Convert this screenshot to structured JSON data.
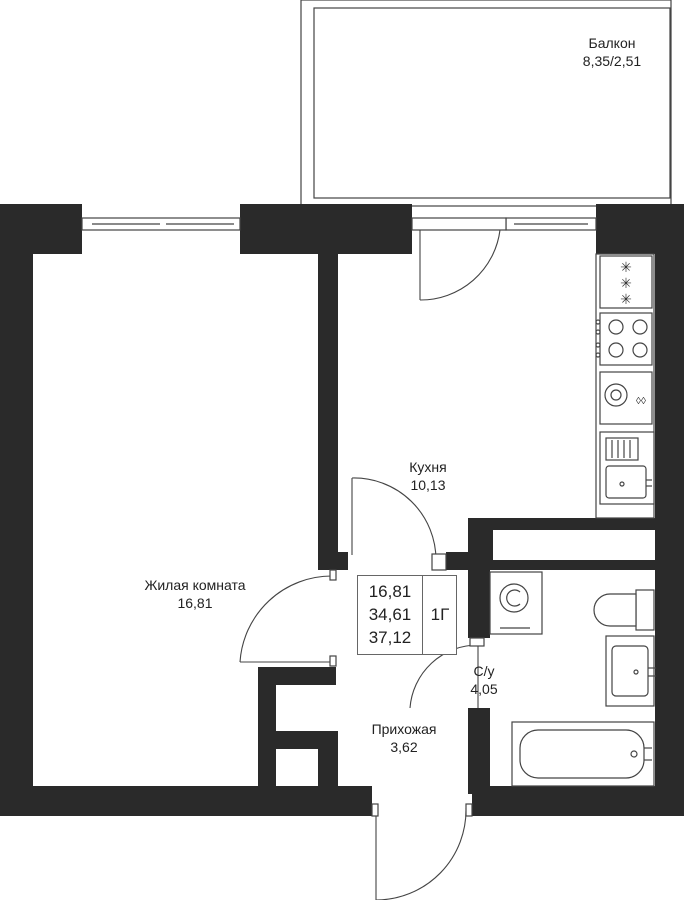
{
  "rooms": {
    "balcony": {
      "name": "Балкон",
      "area": "8,35/2,51"
    },
    "kitchen": {
      "name": "Кухня",
      "area": "10,13"
    },
    "living_room": {
      "name": "Жилая комната",
      "area": "16,81"
    },
    "bathroom": {
      "name": "С/у",
      "area": "4,05"
    },
    "hallway": {
      "name": "Прихожая",
      "area": "3,62"
    }
  },
  "summary": {
    "living_area": "16,81",
    "total_area": "34,61",
    "total_area_with_balcony": "37,12",
    "apartment_type": "1Г"
  },
  "colors": {
    "wall": "#2a2a2a",
    "line": "#444444",
    "background": "#ffffff"
  }
}
